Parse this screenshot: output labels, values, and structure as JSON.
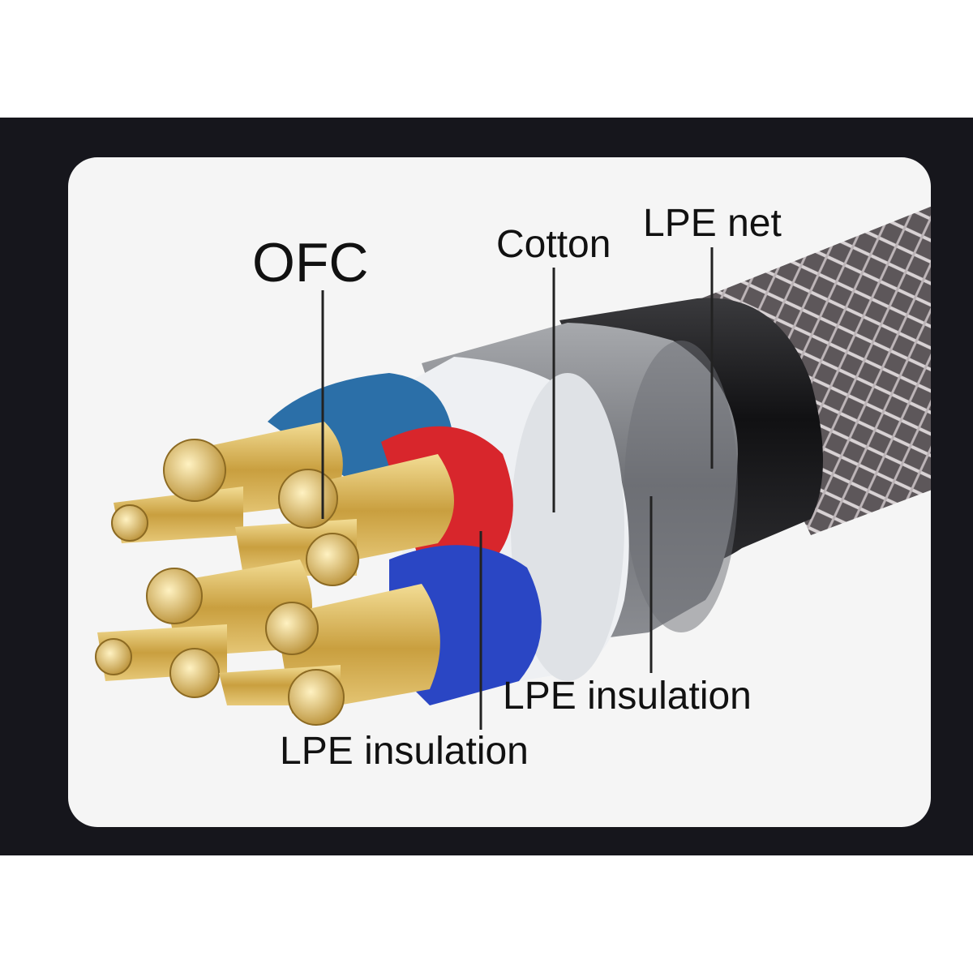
{
  "labels": {
    "ofc": "OFC",
    "cotton": "Cotton",
    "lpe_net": "LPE net",
    "lpe_insulation_outer": "LPE insulation",
    "lpe_insulation_inner": "LPE insulation"
  },
  "colors": {
    "background": "#ffffff",
    "frame": "#16161c",
    "card": "#f5f5f5",
    "conductor_gold": "#d9b760",
    "core_blue_top": "#2b6fa8",
    "core_red": "#d8262c",
    "core_blue_bottom": "#2a46c4",
    "cotton_layer": "#e9ecef",
    "insulation_gray": "#7d7f84",
    "jacket_black": "#1c1c1e",
    "braid_net": "#6b6367"
  }
}
